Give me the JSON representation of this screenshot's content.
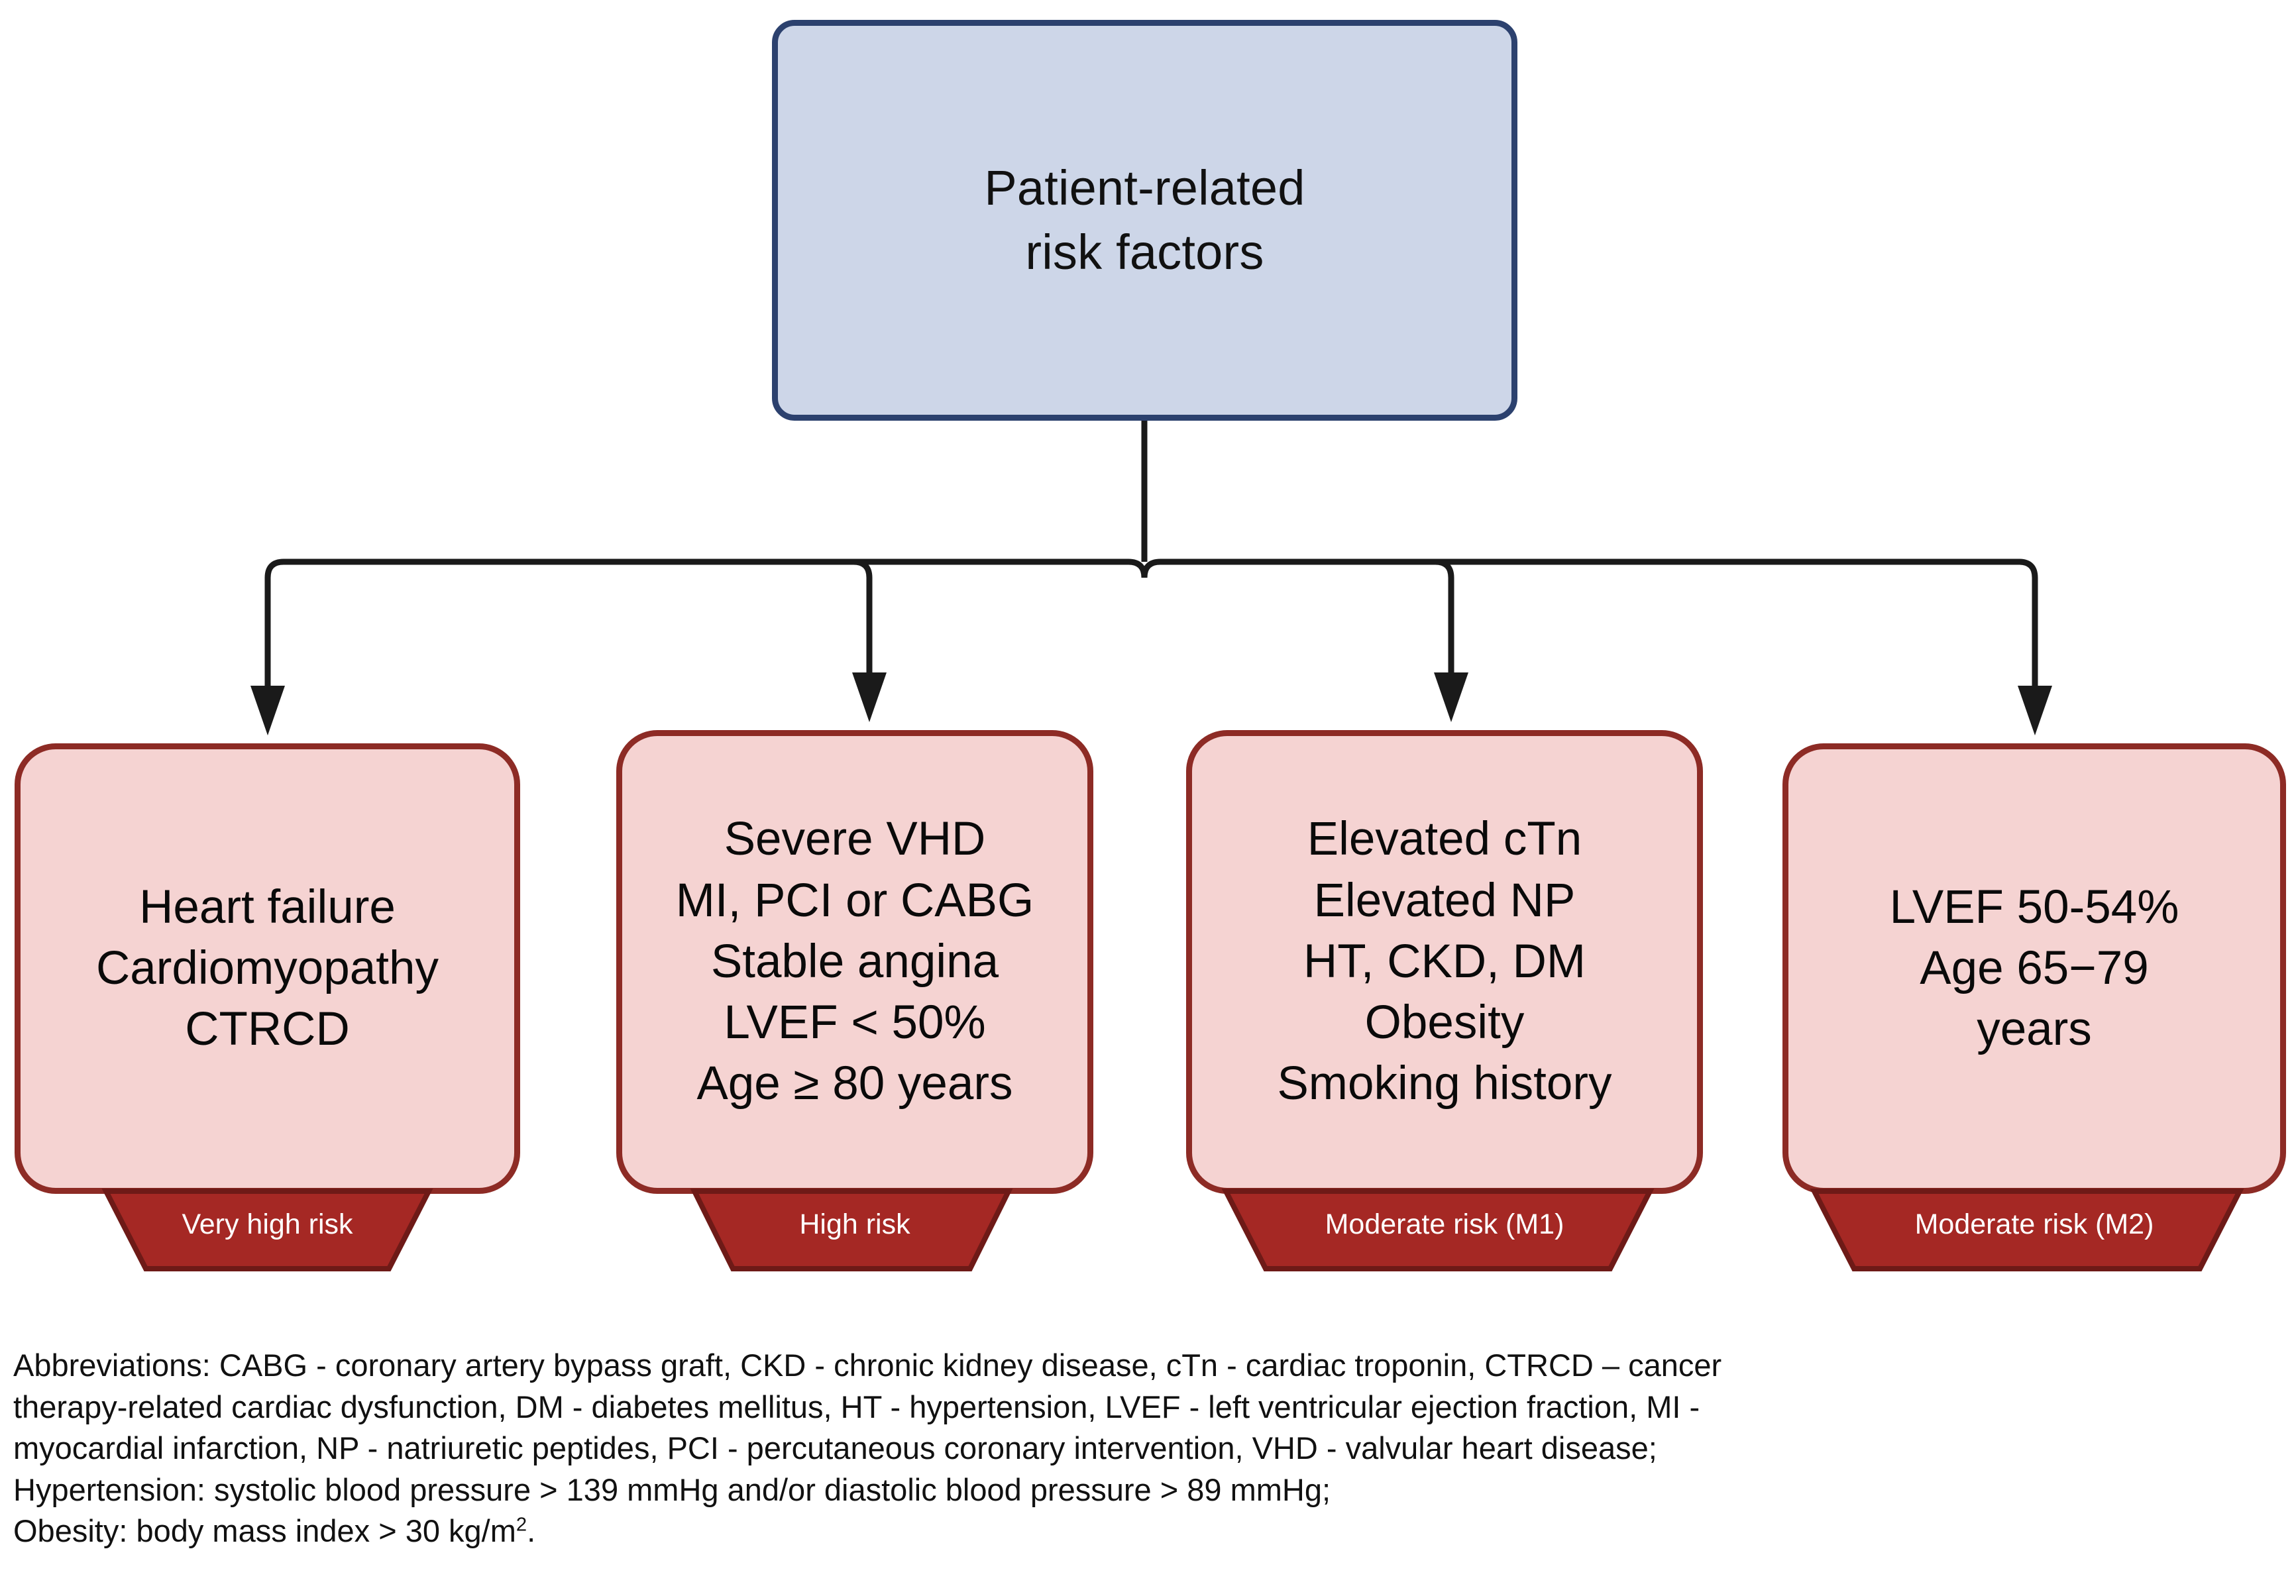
{
  "diagram": {
    "title_node": {
      "label": "Patient-related\nrisk factors",
      "fill": "#cdd6e8",
      "border": "#2c416e"
    },
    "colors": {
      "card_fill": "#f5d3d2",
      "card_border": "#8d2b25",
      "banner_fill": "#a52824",
      "banner_border": "#6e1a17",
      "connector": "#1a1a1a",
      "banner_text": "#ffffff"
    },
    "risk_cards": [
      {
        "text": "Heart failure\nCardiomyopathy\nCTRCD",
        "banner_label": "Very high risk"
      },
      {
        "text": "Severe VHD\nMI, PCI or CABG\nStable angina\nLVEF < 50%\nAge ≥ 80 years",
        "banner_label": "High risk"
      },
      {
        "text": "Elevated cTn\nElevated NP\nHT, CKD, DM\nObesity\nSmoking history",
        "banner_label": "Moderate risk (M1)"
      },
      {
        "text": "LVEF 50-54%\nAge 65−79\nyears",
        "banner_label": "Moderate risk (M2)"
      }
    ],
    "footnote": {
      "line1": "Abbreviations: CABG - coronary artery bypass graft, CKD - chronic kidney disease, cTn - cardiac troponin, CTRCD – cancer",
      "line2": "therapy-related cardiac dysfunction, DM - diabetes mellitus, HT - hypertension, LVEF - left ventricular ejection fraction, MI -",
      "line3": "myocardial infarction, NP - natriuretic peptides, PCI - percutaneous coronary intervention, VHD - valvular heart disease;",
      "line4": "Hypertension: systolic blood pressure > 139 mmHg and/or diastolic blood pressure > 89 mmHg;",
      "line5_pre": "Obesity: body mass index > 30 kg/m",
      "line5_sup": "2",
      "line5_post": "."
    }
  }
}
